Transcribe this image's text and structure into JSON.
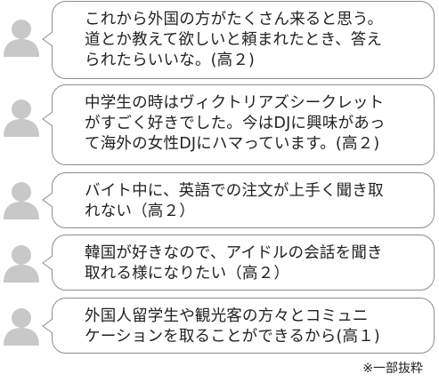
{
  "comments": [
    {
      "text": "これから外国の方がたくさん来ると思う。\n道とか教えて欲しいと頼まれたとき、答え\nられたらいいな。(高２)"
    },
    {
      "text": "中学生の時はヴィクトリアズシークレット\nがすごく好きでした。今はDJに興味があっ\nて海外の女性DJにハマっています。(高２)"
    },
    {
      "text": "バイト中に、英語での注文が上手く聞き取\nれない（高２）"
    },
    {
      "text": "韓国が好きなので、アイドルの会話を聞き\n取れる様になりたい（高２）"
    },
    {
      "text": "外国人留学生や観光客の方々とコミュニ\nケーションを取ることができるから(高１)"
    }
  ],
  "footnote": "※一部抜粋",
  "colors": {
    "avatar": "#c8c8c8",
    "bubble_border": "#8c8c8c",
    "text": "#222222"
  },
  "icons": {
    "avatar": "person-silhouette-icon"
  }
}
